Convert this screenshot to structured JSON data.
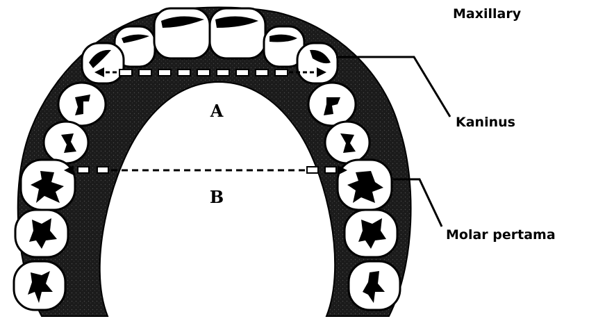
{
  "diagram": {
    "title": "Maxillary",
    "labels": {
      "canine": "Kaninus",
      "first_molar": "Molar pertama",
      "line_a": "A",
      "line_b": "B"
    },
    "colors": {
      "gum": "#1a1a1a",
      "tooth": "#ffffff",
      "ink": "#000000"
    }
  }
}
